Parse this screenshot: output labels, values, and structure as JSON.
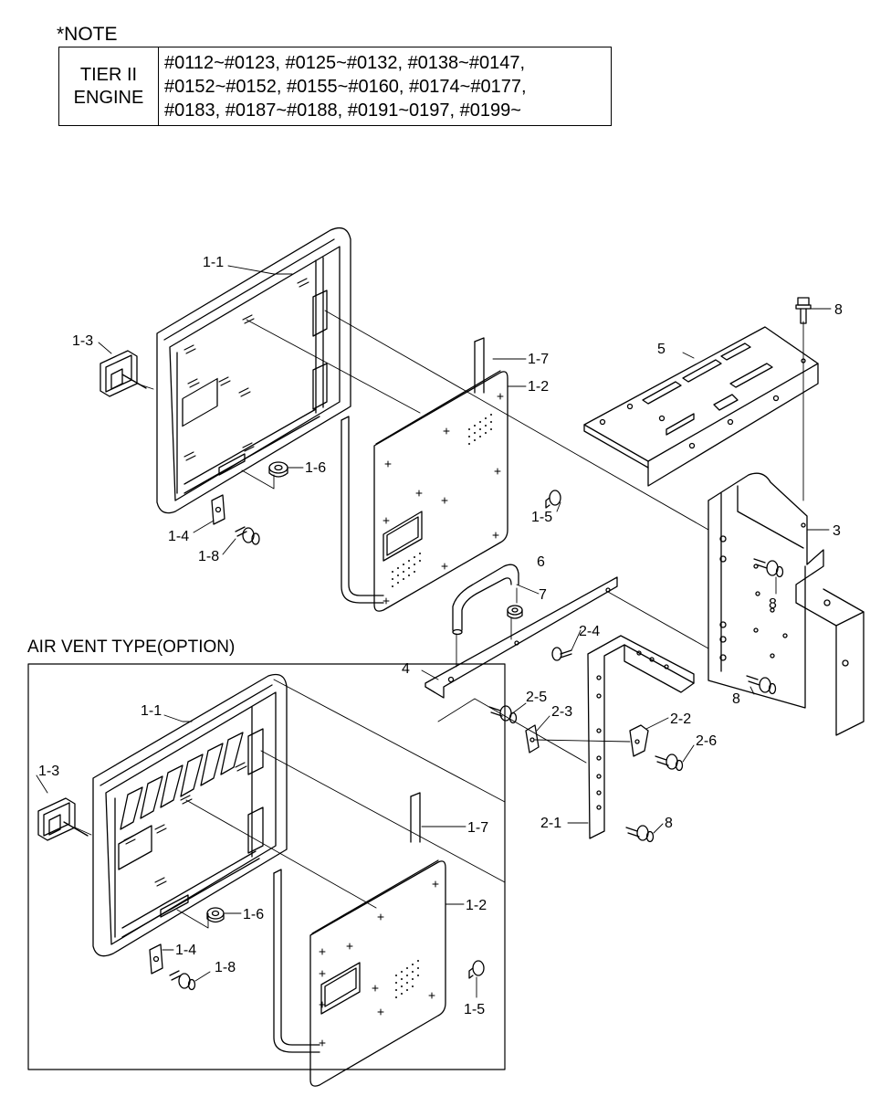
{
  "note": {
    "title": "*NOTE",
    "key_lines": [
      "TIER II",
      "ENGINE"
    ],
    "serial_lines": [
      "#0112~#0123, #0125~#0132, #0138~#0147,",
      "#0152~#0152, #0155~#0160, #0174~#0177,",
      "#0183, #0187~#0188, #0191~0197, #0199~"
    ]
  },
  "option_box": {
    "title": "AIR VENT TYPE(OPTION)"
  },
  "labels": {
    "p1_1": "1-1",
    "p1_3": "1-3",
    "p1_7": "1-7",
    "p1_2": "1-2",
    "p1_6": "1-6",
    "p1_5": "1-5",
    "p1_4": "1-4",
    "p1_8": "1-8",
    "p5": "5",
    "p8_top": "8",
    "p3": "3",
    "p8_mid": "8",
    "p8_low": "8",
    "p6": "6",
    "p7": "7",
    "p4": "4",
    "p2_4": "2-4",
    "p2_5": "2-5",
    "p2_3": "2-3",
    "p2_2": "2-2",
    "p2_6": "2-6",
    "p2_1": "2-1",
    "p8_bot": "8",
    "o1_1": "1-1",
    "o1_3": "1-3",
    "o1_7": "1-7",
    "o1_2": "1-2",
    "o1_6": "1-6",
    "o1_4": "1-4",
    "o1_8": "1-8",
    "o1_5": "1-5"
  },
  "colors": {
    "ink": "#000000",
    "paper": "#ffffff"
  }
}
